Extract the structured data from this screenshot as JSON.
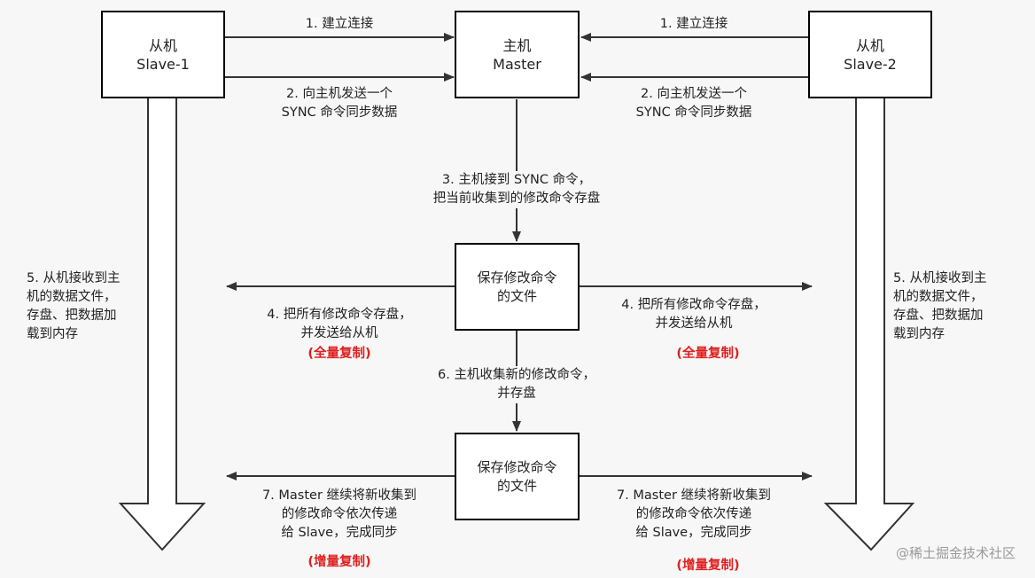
{
  "nodes": {
    "slave1": {
      "line1": "从机",
      "line2": "Slave-1"
    },
    "master": {
      "line1": "主机",
      "line2": "Master"
    },
    "slave2": {
      "line1": "从机",
      "line2": "Slave-2"
    },
    "file1": {
      "line1": "保存修改命令",
      "line2": "的文件"
    },
    "file2": {
      "line1": "保存修改命令",
      "line2": "的文件"
    }
  },
  "labels": {
    "connect_left": "1. 建立连接",
    "connect_right": "1. 建立连接",
    "sync_left": {
      "line1": "2. 向主机发送一个",
      "line2": "SYNC 命令同步数据"
    },
    "sync_right": {
      "line1": "2. 向主机发送一个",
      "line2": "SYNC 命令同步数据"
    },
    "step3": {
      "line1": "3. 主机接到 SYNC 命令，",
      "line2": "把当前收集到的修改命令存盘"
    },
    "step4_left": {
      "line1": "4. 把所有修改命令存盘，",
      "line2": "并发送给从机"
    },
    "step4_right": {
      "line1": "4. 把所有修改命令存盘，",
      "line2": "并发送给从机"
    },
    "full_left": "(全量复制)",
    "full_right": "(全量复制)",
    "step6": {
      "line1": "6. 主机收集新的修改命令，",
      "line2": "并存盘"
    },
    "step7_left": {
      "line1": "7. Master 继续将新收集到",
      "line2": "的修改命令依次传递",
      "line3": "给 Slave，完成同步"
    },
    "step7_right": {
      "line1": "7. Master 继续将新收集到",
      "line2": "的修改命令依次传递",
      "line3": "给 Slave，完成同步"
    },
    "inc_left": "(增量复制)",
    "inc_right": "(增量复制)",
    "step5_left": {
      "line1": "5. 从机接收到主",
      "line2": "机的数据文件，",
      "line3": "存盘、把数据加",
      "line4": "载到内存"
    },
    "step5_right": {
      "line1": "5. 从机接收到主",
      "line2": "机的数据文件，",
      "line3": "存盘、把数据加",
      "line4": "载到内存"
    }
  },
  "watermark": "@稀土掘金技术社区",
  "colors": {
    "highlight": "#e01f1f",
    "stroke": "#333333",
    "background": "#f7f7f7"
  }
}
